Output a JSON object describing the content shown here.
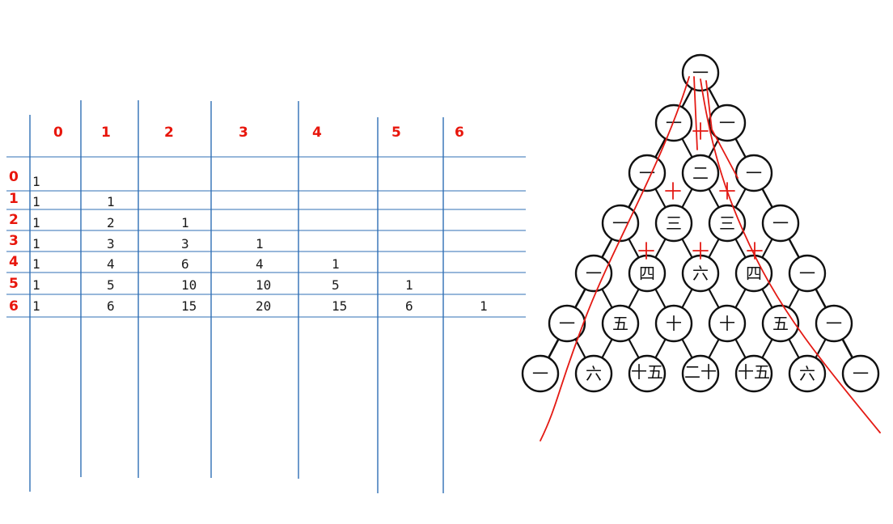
{
  "table": {
    "col_headers": [
      "0",
      "1",
      "2",
      "3",
      "4",
      "5",
      "6"
    ],
    "row_headers": [
      "0",
      "1",
      "2",
      "3",
      "4",
      "5",
      "6"
    ],
    "rows": [
      [
        "1"
      ],
      [
        "1",
        "1"
      ],
      [
        "1",
        "2",
        "1"
      ],
      [
        "1",
        "3",
        "3",
        "1"
      ],
      [
        "1",
        "4",
        "6",
        "4",
        "1"
      ],
      [
        "1",
        "5",
        "10",
        "10",
        "5",
        "1"
      ],
      [
        "1",
        "6",
        "15",
        "20",
        "15",
        "6",
        "1"
      ]
    ]
  },
  "triangle": {
    "rows": [
      [
        "一"
      ],
      [
        "一",
        "一"
      ],
      [
        "一",
        "二",
        "一"
      ],
      [
        "一",
        "三",
        "三",
        "一"
      ],
      [
        "一",
        "四",
        "六",
        "四",
        "一"
      ],
      [
        "一",
        "五",
        "十",
        "十",
        "五",
        "一"
      ],
      [
        "一",
        "六",
        "十五",
        "二十",
        "十五",
        "六",
        "一"
      ]
    ]
  },
  "colors": {
    "header_red": "#e8160c",
    "grid_blue": "#2f6fb5",
    "pen_red": "#e41a14",
    "cell_text": "#1a1a1a"
  }
}
